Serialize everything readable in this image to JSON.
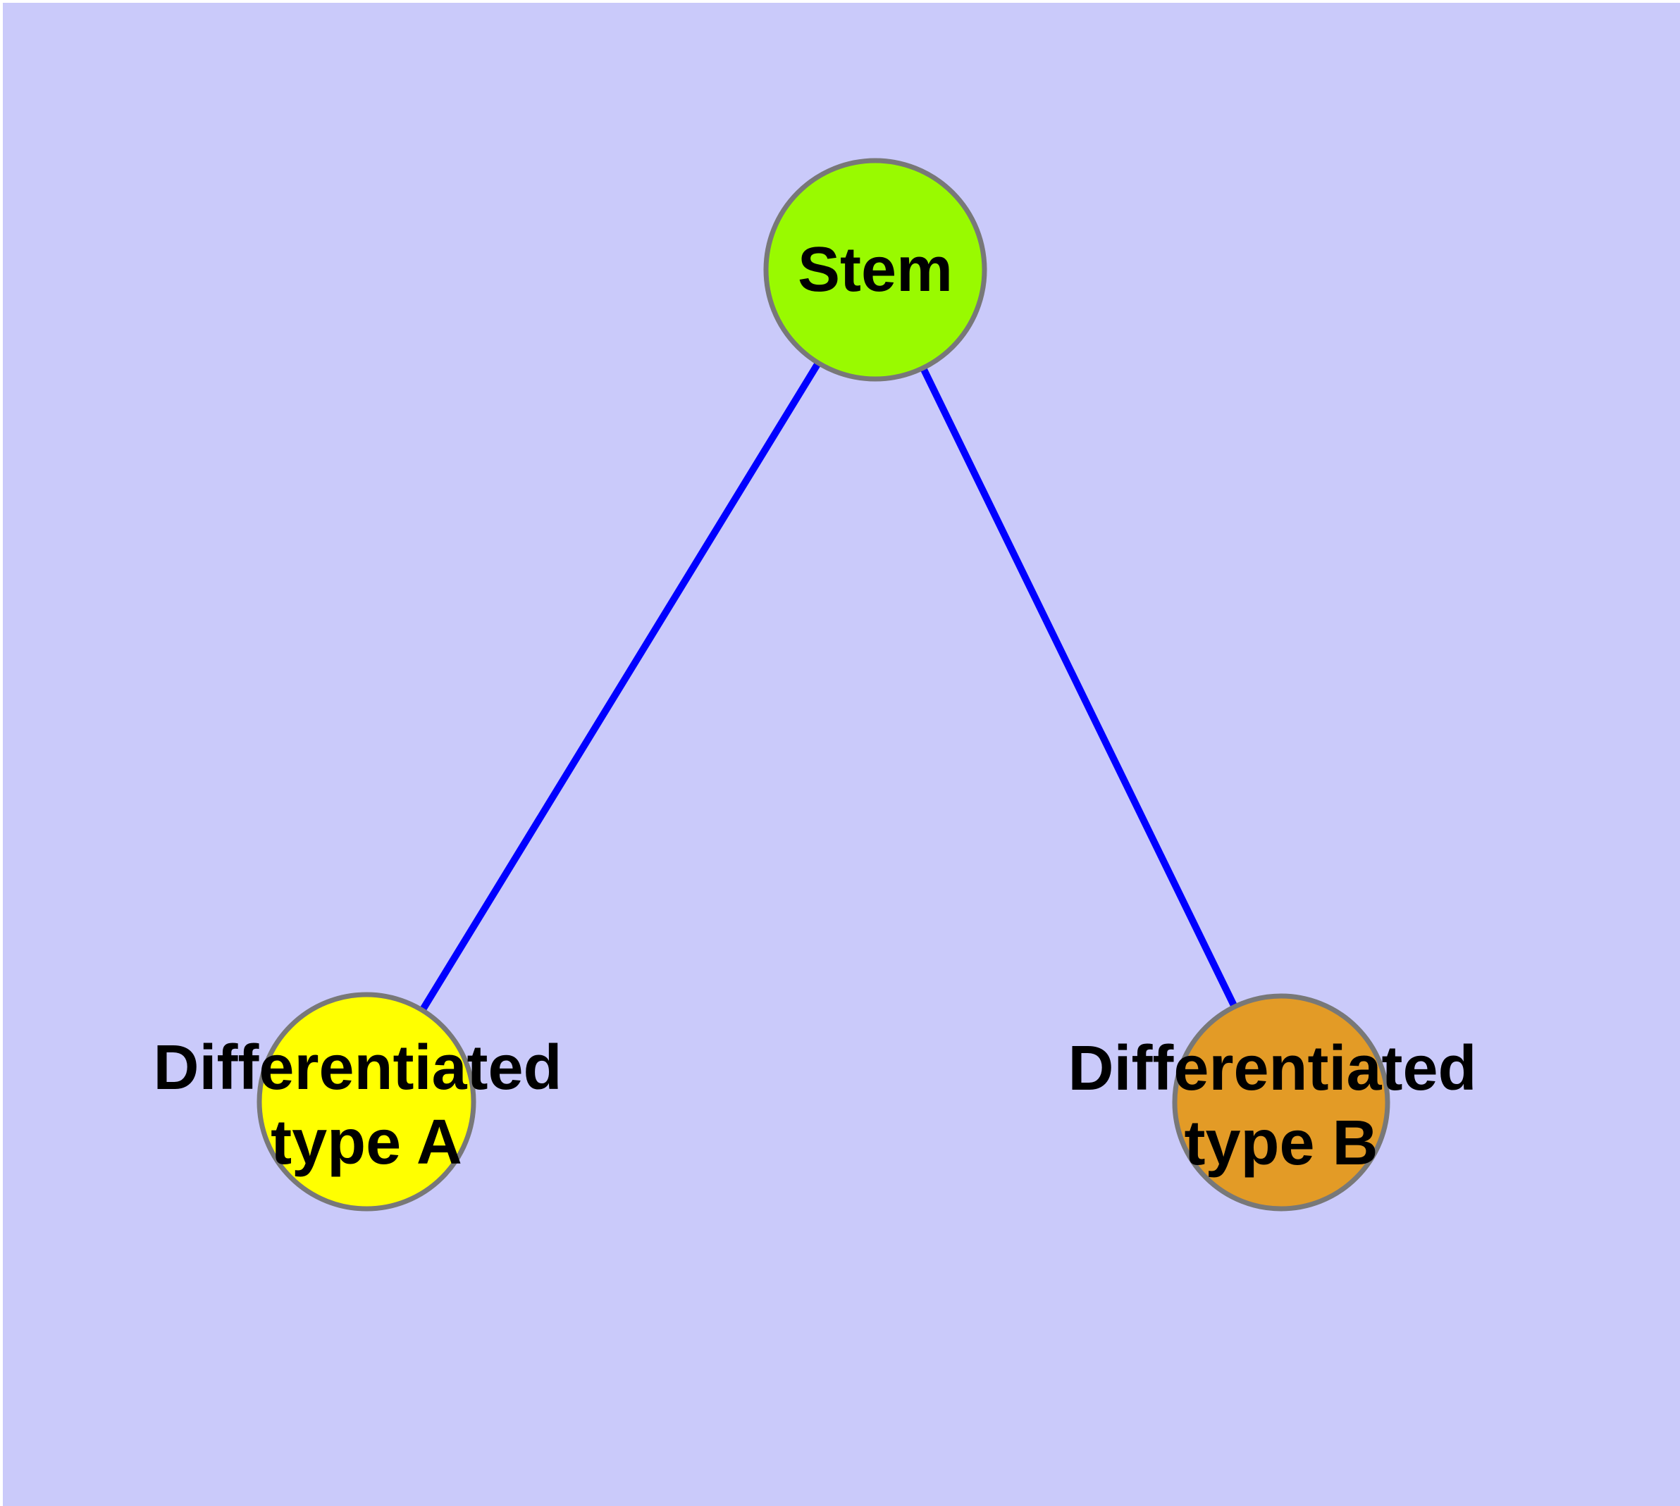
{
  "canvas": {
    "frame_color": "#FFFFFF",
    "background_color": "#CACAFA"
  },
  "graph": {
    "nodes": [
      {
        "id": "stem",
        "label": "Stem",
        "fill": "#99FA00",
        "stroke": "#787878"
      },
      {
        "id": "differentiated-type-a",
        "label_line1": "Differentiated",
        "label_line2": "type A",
        "fill": "#FFFF00",
        "stroke": "#787878"
      },
      {
        "id": "differentiated-type-b",
        "label_line1": "Differentiated",
        "label_line2": "type B",
        "fill": "#E39B26",
        "stroke": "#787878"
      }
    ],
    "edges": [
      {
        "from": "stem",
        "to": "differentiated-type-a",
        "color": "#0000FF"
      },
      {
        "from": "stem",
        "to": "differentiated-type-b",
        "color": "#0000FF"
      }
    ],
    "text_color": "#000000"
  }
}
